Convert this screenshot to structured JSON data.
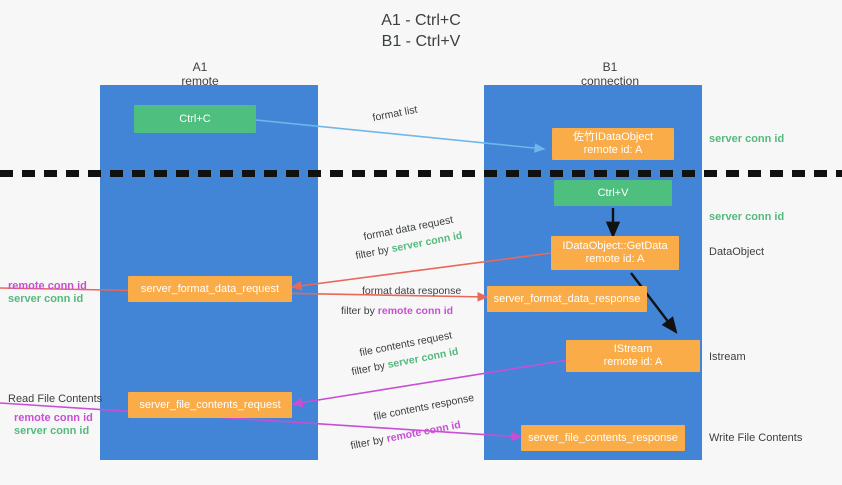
{
  "title": "A1 - Ctrl+C\nB1 - Ctrl+V",
  "lanes": [
    {
      "name": "A1",
      "sub": "remote",
      "header": "A1\nremote"
    },
    {
      "name": "B1",
      "sub": "connection",
      "header": "B1\nconnection"
    }
  ],
  "boxes": {
    "ctrl_c": "Ctrl+C",
    "ctrl_v": "Ctrl+V",
    "idataobject_top": "佐竹IDataObject\nremote id: A",
    "idataobject_getdata": "IDataObject::GetData\nremote id: A",
    "istream": "IStream\nremote id: A",
    "server_format_data_request": "server_format_data_request",
    "server_format_data_response": "server_format_data_response",
    "server_file_contents_request": "server_file_contents_request",
    "server_file_contents_response": "server_file_contents_response"
  },
  "edge_labels": {
    "format_list": "format list",
    "format_data_request": "format data request",
    "format_data_request_filter_prefix": "filter by ",
    "format_data_request_filter_value": "server conn id",
    "format_data_response": "format data response",
    "format_data_response_filter_prefix": "filter by ",
    "format_data_response_filter_value": "remote conn id",
    "file_contents_request": "file contents request",
    "file_contents_request_filter_prefix": "filter by ",
    "file_contents_request_filter_value": "server conn id",
    "file_contents_response": "file contents response",
    "file_contents_response_filter_prefix": "filter by ",
    "file_contents_response_filter_value": "remote conn id"
  },
  "right_annotations": {
    "server_conn_id_top": "server conn id",
    "server_conn_id_mid": "server conn id",
    "dataobject": "DataObject",
    "istream": "Istream",
    "write_file_contents": "Write File Contents"
  },
  "left_annotations": {
    "remote_conn_id_mid": "remote conn id",
    "server_conn_id_mid": "server conn id",
    "read_file_contents": "Read File Contents",
    "remote_conn_id_bottom": "remote conn id",
    "server_conn_id_bottom": "server conn id"
  },
  "colors": {
    "lane": "#4285d6",
    "box_orange": "#f9ac48",
    "box_green": "#4fbf7f",
    "green_text": "#55b97e",
    "magenta_text": "#c84fd4",
    "arrow_blue": "#6fb7e8",
    "arrow_red": "#e8685a",
    "arrow_magenta": "#c84fd4",
    "arrow_black": "#111111",
    "background": "#f7f7f7"
  }
}
